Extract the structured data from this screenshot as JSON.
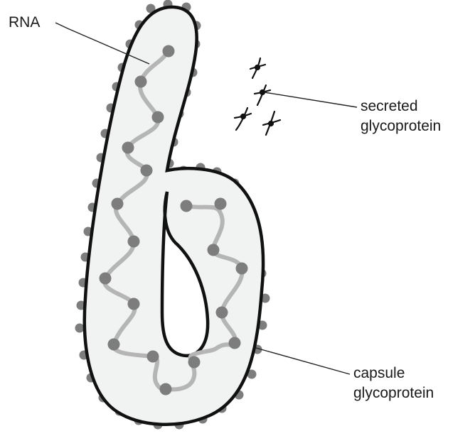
{
  "labels": {
    "rna": "RNA",
    "secreted_line1": "secreted",
    "secreted_line2": "glycoprotein",
    "capsule_line1": "capsule",
    "capsule_line2": "glycoprotein"
  },
  "colors": {
    "outline": "#111111",
    "body_fill": "#f1f2f2",
    "knob": "#7d7d7d",
    "strand": "#b5b5b5",
    "leader": "#222222"
  }
}
